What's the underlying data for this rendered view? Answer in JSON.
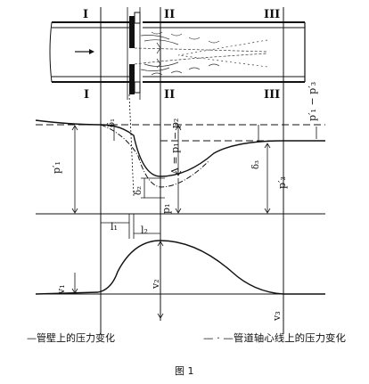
{
  "sections": {
    "I": "I",
    "II": "II",
    "III": "III"
  },
  "variables": {
    "delta1": "δ₁",
    "delta2": "δ₂",
    "delta3": "δ₃",
    "p1_prime": "p′₁",
    "p3_prime": "p′₃",
    "p1": "p₁",
    "pressure_diff": "Δ = p₁ − p₂",
    "p1p3_loss": "p′₁ − p′₃",
    "l1": "l₁",
    "l2": "l₂",
    "v1": "v₁",
    "v2": "v₂",
    "v3": "v₃"
  },
  "legend": {
    "wall_pressure": "—管壁上的压力变化",
    "center_pressure": "— · —管道轴心线上的压力变化"
  },
  "caption": "图 1"
}
